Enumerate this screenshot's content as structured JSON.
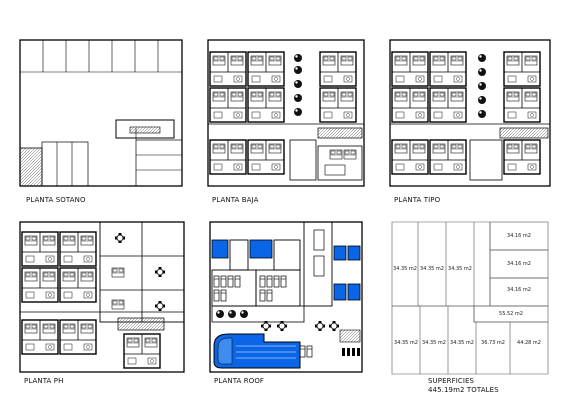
{
  "panels": {
    "sotano": "PLANTA SOTANO",
    "baja": "PLANTA BAJA",
    "tipo": "PLANTA TIPO",
    "ph": "PLANTA PH",
    "roof": "PLANTA ROOF"
  },
  "superficies": {
    "title": "SUPERFICIES",
    "total": "445.19m2 TOTALES",
    "areas": {
      "a1": "34.16 m2",
      "a2": "34.16 m2",
      "a3": "34.16 m2",
      "b1": "34.35 m2",
      "b2": "34.35 m2",
      "b3": "34.35 m2",
      "c": "55.52 m2",
      "d1": "34.35 m2",
      "d2": "34.35 m2",
      "d3": "34.35 m2",
      "d4": "36.73 m2",
      "d5": "44.28 m2"
    }
  },
  "colors": {
    "line": "#111111",
    "pool": "#0a66e6",
    "wall": "#000000"
  }
}
